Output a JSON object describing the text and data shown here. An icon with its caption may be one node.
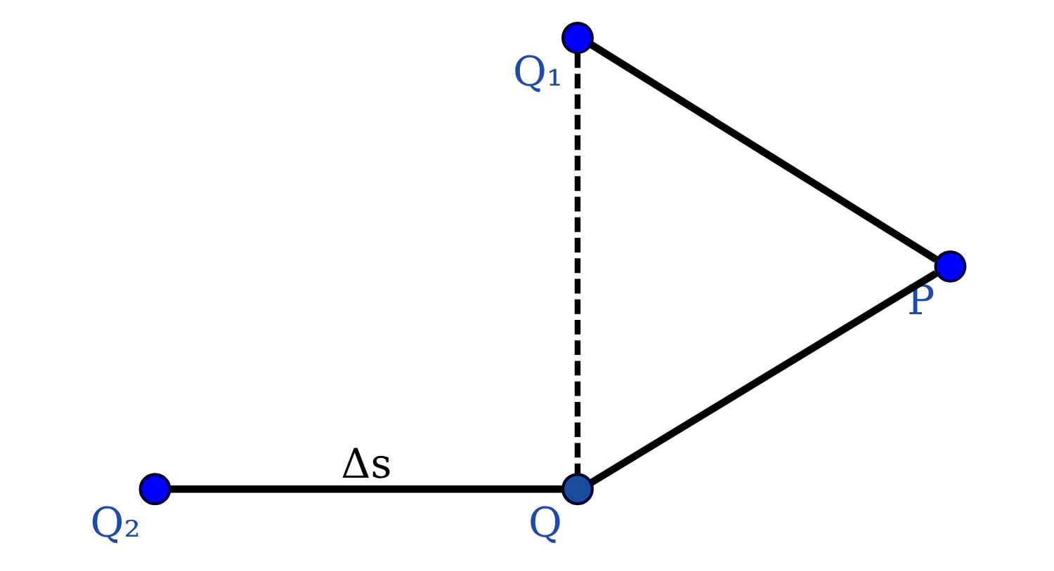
{
  "diagram": {
    "nodes": [
      {
        "text": [],
        "shape": "circle",
        "beside": [
          "Q₁"
        ]
      },
      {
        "text": [],
        "shape": "circle",
        "beside": [
          "P"
        ]
      },
      {
        "text": [],
        "shape": "circle",
        "beside": [
          "Q"
        ]
      },
      {
        "text": [],
        "shape": "circle",
        "beside": [
          "Q₂"
        ]
      }
    ],
    "edges": [
      {
        "from": 0,
        "to": 1,
        "arrow": "none"
      },
      {
        "from": 1,
        "to": 2,
        "arrow": "none"
      },
      {
        "from": 2,
        "to": 3,
        "arrow": "none",
        "label": "Δs"
      },
      {
        "from": 0,
        "to": 2,
        "arrow": "none",
        "style": "dashed"
      }
    ]
  }
}
